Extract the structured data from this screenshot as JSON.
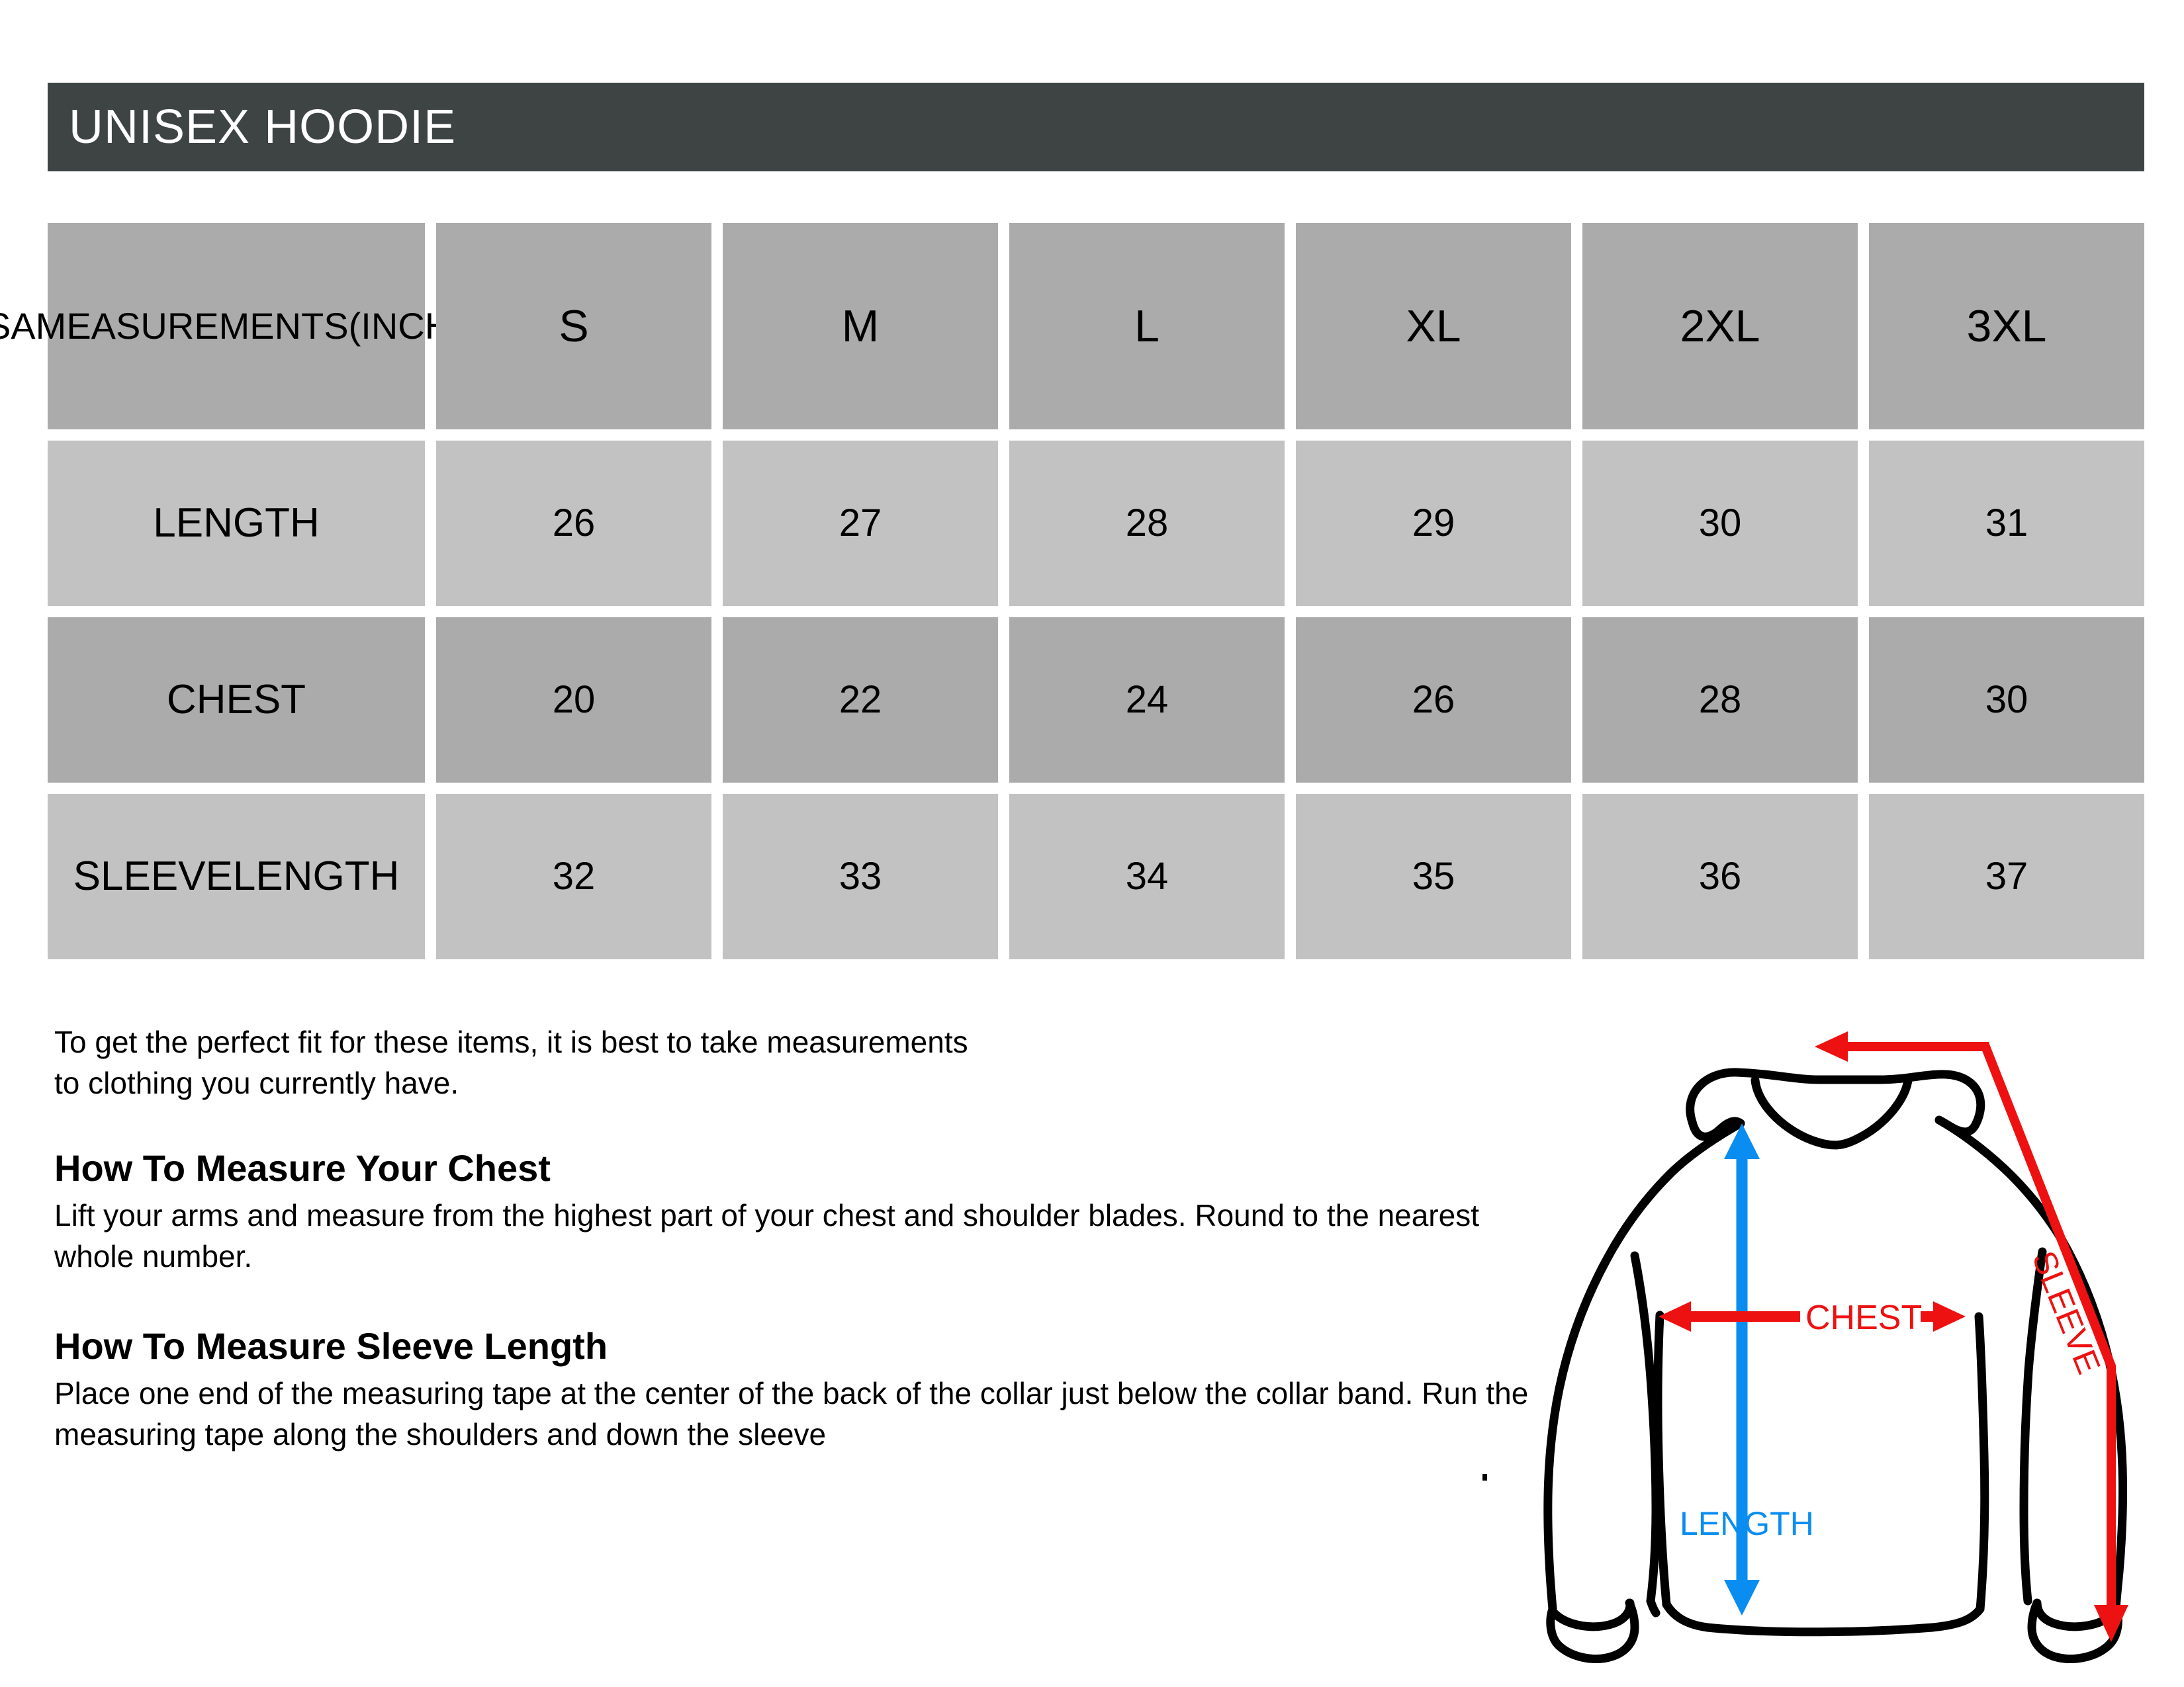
{
  "header": {
    "title": "UNISEX HOODIE",
    "bar_color": "#3e4444",
    "text_color": "#ffffff"
  },
  "table": {
    "corner_label": "USA MEASUREMENTS (INCHES)",
    "corner_label_lines": [
      "USA",
      "MEASUREMENTS",
      "(INCHES)"
    ],
    "sizes": [
      "S",
      "M",
      "L",
      "XL",
      "2XL",
      "3XL"
    ],
    "rows": [
      {
        "label": "LENGTH",
        "label_lines": [
          "LENGTH"
        ],
        "values": [
          "26",
          "27",
          "28",
          "29",
          "30",
          "31"
        ],
        "shade": "light"
      },
      {
        "label": "CHEST",
        "label_lines": [
          "CHEST"
        ],
        "values": [
          "20",
          "22",
          "24",
          "26",
          "28",
          "30"
        ],
        "shade": "dark"
      },
      {
        "label": "SLEEVE LENGTH",
        "label_lines": [
          "SLEEVE",
          "LENGTH"
        ],
        "values": [
          "32",
          "33",
          "34",
          "35",
          "36",
          "37"
        ],
        "shade": "light"
      }
    ],
    "header_shade": "dark",
    "shade_dark": "#ababab",
    "shade_light": "#c2c2c2"
  },
  "copy": {
    "intro": "To get the perfect fit for these items, it is best to take measurements to clothing you currently have.",
    "section1_heading": "How To Measure Your Chest",
    "section1_body": "Lift your arms and measure from the highest part of your chest and shoulder blades. Round to the nearest whole number.",
    "section2_heading": "How To Measure Sleeve Length",
    "section2_body": "Place one end of the measuring tape at the center of the back of the collar just below the collar band. Run the measuring tape along the shoulders and down the sleeve"
  },
  "illustration": {
    "garment": "hoodie-outline",
    "length_label": "LENGTH",
    "chest_label": "CHEST",
    "sleeve_label": "SLEEVE",
    "length_color": "#0a8df0",
    "chest_color": "#ee1111",
    "sleeve_color": "#ee1111",
    "outline_color": "#000000"
  }
}
